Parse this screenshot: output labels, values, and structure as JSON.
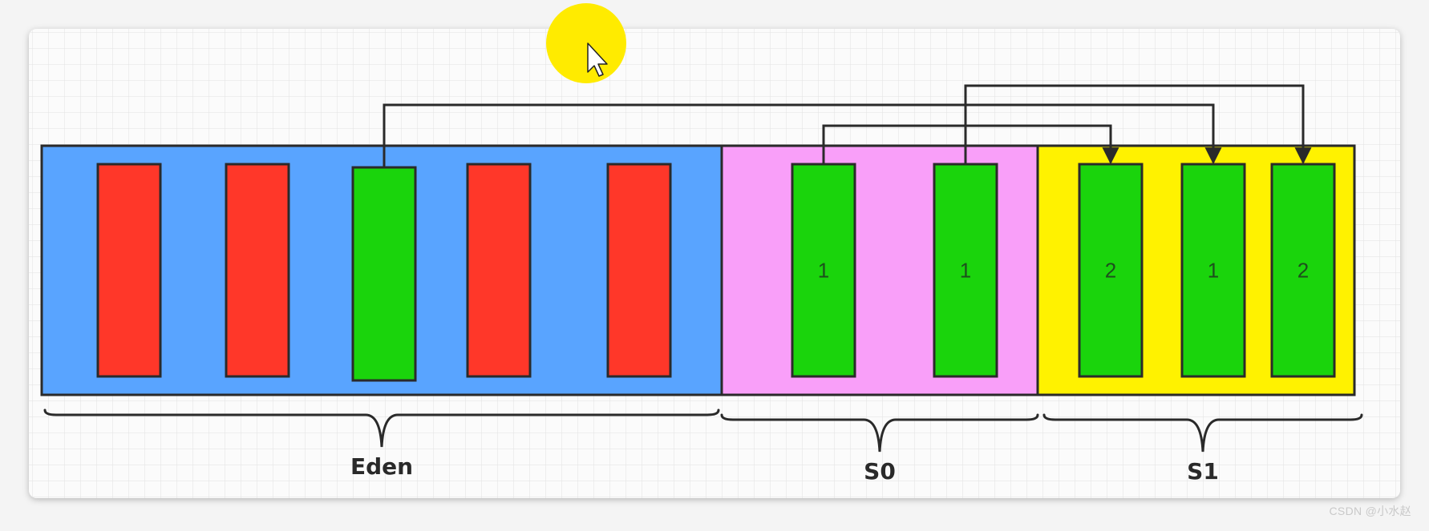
{
  "diagram": {
    "regions": [
      {
        "label": "Eden",
        "color": "#59a4ff"
      },
      {
        "label": "S0",
        "color": "#f99ff9"
      },
      {
        "label": "S1",
        "color": "#fff200"
      }
    ],
    "objects": [
      {
        "region": "Eden",
        "status": "garbage",
        "age": ""
      },
      {
        "region": "Eden",
        "status": "garbage",
        "age": ""
      },
      {
        "region": "Eden",
        "status": "live",
        "age": ""
      },
      {
        "region": "Eden",
        "status": "garbage",
        "age": ""
      },
      {
        "region": "Eden",
        "status": "garbage",
        "age": ""
      },
      {
        "region": "S0",
        "status": "live",
        "age": "1"
      },
      {
        "region": "S0",
        "status": "live",
        "age": "1"
      },
      {
        "region": "S1",
        "status": "live",
        "age": "2"
      },
      {
        "region": "S1",
        "status": "live",
        "age": "1"
      },
      {
        "region": "S1",
        "status": "live",
        "age": "2"
      }
    ],
    "arrows": [
      {
        "from_object": 2,
        "to_object": 8
      },
      {
        "from_object": 5,
        "to_object": 7
      },
      {
        "from_object": 6,
        "to_object": 9
      }
    ],
    "colors": {
      "garbage": "#ff3729",
      "live": "#1ad40c",
      "stroke": "#2a2a2a",
      "canvas": "#fbfbfb",
      "grid": "#e2e2e2",
      "cursor_highlight": "#ffeb00"
    }
  },
  "watermark": "CSDN @小水赵"
}
